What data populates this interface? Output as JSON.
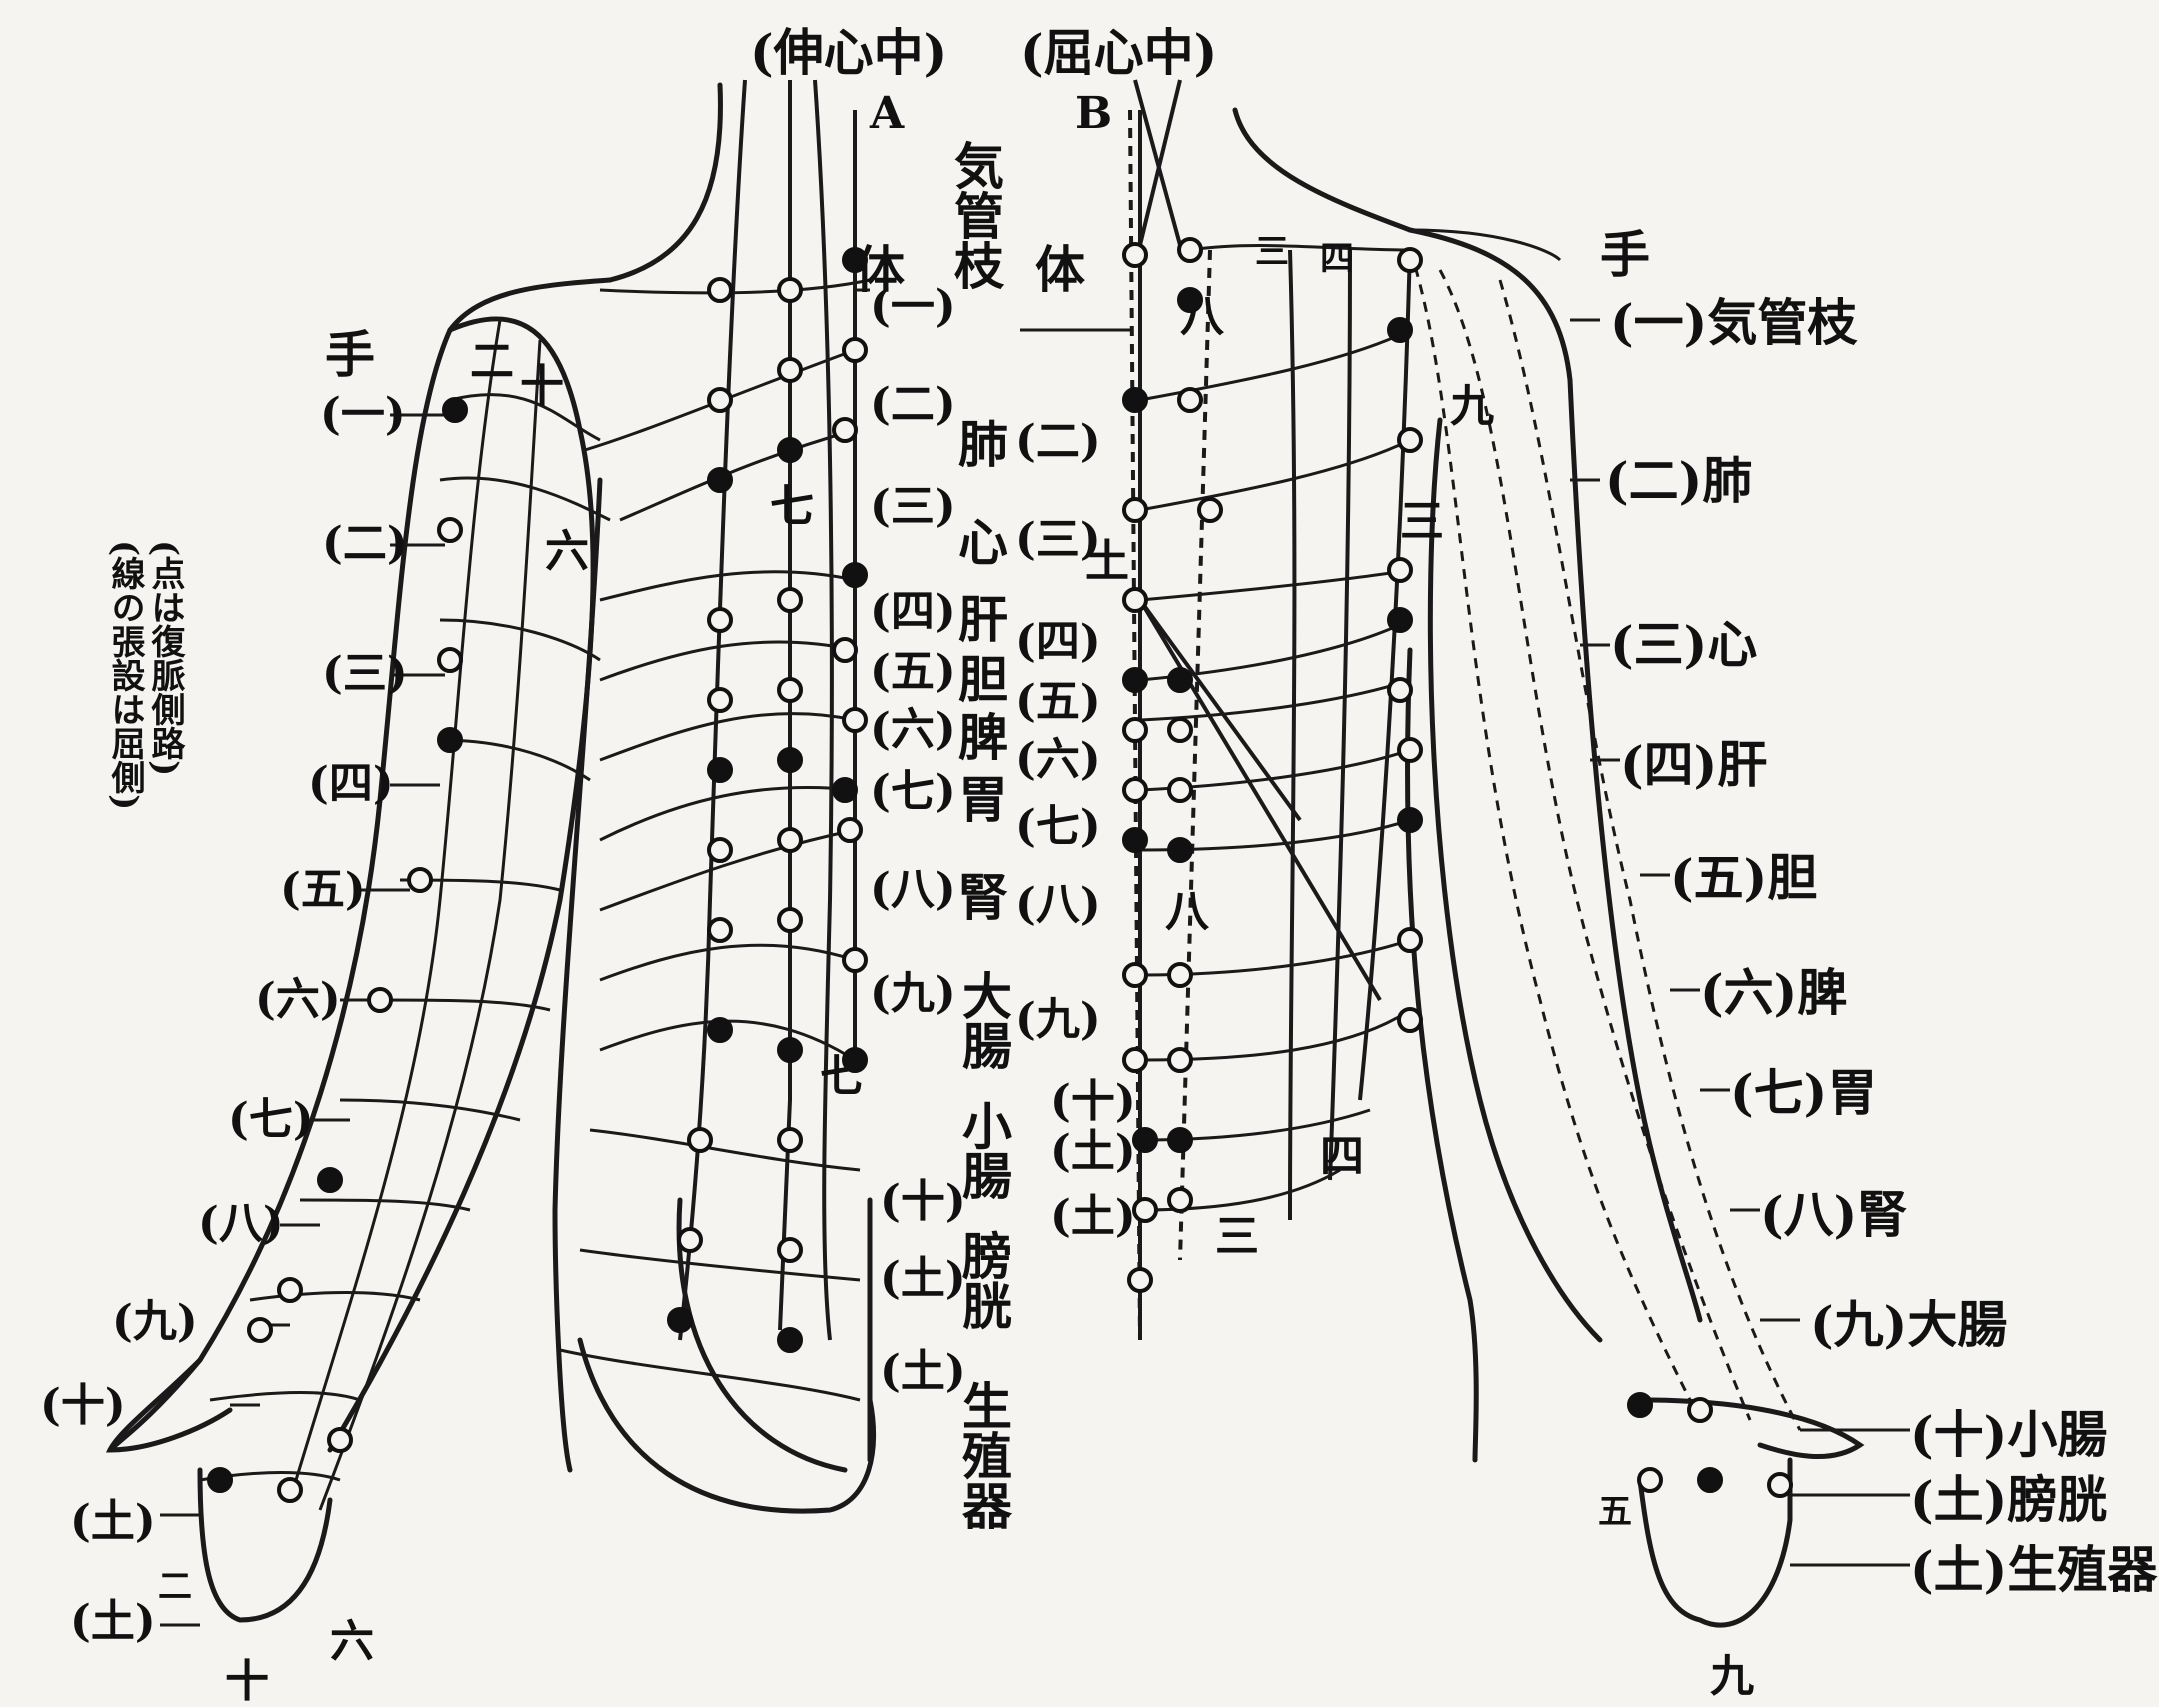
{
  "header": {
    "extension_center": "(伸心中)",
    "flexion_center": "(屈心中)",
    "marker_a": "A",
    "marker_b": "B"
  },
  "body_sides": {
    "left_hand": "手",
    "right_hand": "手"
  },
  "legend_note": {
    "line_1": "(点は復脈側路)",
    "line_2": "(線の張設は屈側)"
  },
  "left_arm_numbers": [
    "(一)",
    "(二)",
    "(三)",
    "(四)",
    "(五)",
    "(六)",
    "(七)",
    "(八)",
    "(九)",
    "(十)",
    "(土)",
    "(土)"
  ],
  "left_arm_marks": {
    "two": "二",
    "ten": "十",
    "six_shoulder": "六",
    "two_hand": "二",
    "ten_hand": "十",
    "six_hand": "六"
  },
  "center_a_numbers": [
    "(一)",
    "(二)",
    "(三)",
    "(四)",
    "(五)",
    "(六)",
    "(七)",
    "(八)",
    "(九)",
    "(十)",
    "(土)",
    "(土)"
  ],
  "center_a_marks": {
    "seven_top": "七",
    "seven_bottom": "七"
  },
  "organs_center": {
    "trachea": "気管枝",
    "body": "体",
    "lung": "肺",
    "heart": "心",
    "liver": "肝",
    "gall": "胆",
    "spleen": "脾",
    "stomach": "胃",
    "kidney": "腎",
    "large_intestine": "大腸",
    "small_intestine": "小腸",
    "bladder": "膀胱",
    "genital": "生殖器"
  },
  "center_b_numbers": [
    "(二)",
    "(三)",
    "(四)",
    "(五)",
    "(六)",
    "(七)",
    "(八)",
    "(九)",
    "(十)",
    "(土)",
    "(土)"
  ],
  "center_b_marks": {
    "body": "体",
    "eight_top": "八",
    "eleven": "土",
    "eight_mid": "八",
    "three": "三",
    "four": "四",
    "three_bottom": "三",
    "four_bottom": "四"
  },
  "right_arm_labels": [
    {
      "num": "(一)",
      "organ": "気管枝"
    },
    {
      "num": "(二)",
      "organ": "肺"
    },
    {
      "num": "(三)",
      "organ": "心"
    },
    {
      "num": "(四)",
      "organ": "肝"
    },
    {
      "num": "(五)",
      "organ": "胆"
    },
    {
      "num": "(六)",
      "organ": "脾"
    },
    {
      "num": "(七)",
      "organ": "胃"
    },
    {
      "num": "(八)",
      "organ": "腎"
    },
    {
      "num": "(九)",
      "organ": "大腸"
    },
    {
      "num": "(十)",
      "organ": "小腸"
    },
    {
      "num": "(土)",
      "organ": "膀胱"
    },
    {
      "num": "(土)",
      "organ": "生殖器"
    }
  ],
  "right_arm_marks": {
    "nine": "九",
    "three": "三",
    "five_hand": "五",
    "nine_hand": "九"
  }
}
